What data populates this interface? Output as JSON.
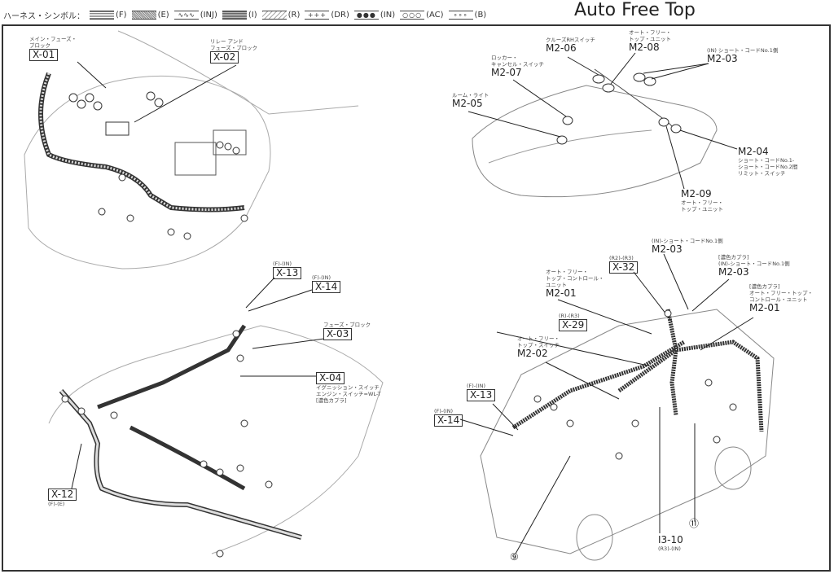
{
  "legend": {
    "label": "ハーネス・シンボル：",
    "items": [
      {
        "code": "(F)",
        "symbol": "fine-hatch"
      },
      {
        "code": "(E)",
        "symbol": "cross-hatch"
      },
      {
        "code": "(INJ)",
        "symbol": "wave",
        "glyph": "∿∿∿"
      },
      {
        "code": "(I)",
        "symbol": "dense-hatch"
      },
      {
        "code": "(R)",
        "symbol": "diagonal-hatch"
      },
      {
        "code": "(DR)",
        "symbol": "plus",
        "glyph": "+++"
      },
      {
        "code": "(IN)",
        "symbol": "filled-dots",
        "glyph": "●●●"
      },
      {
        "code": "(AC)",
        "symbol": "open-circles",
        "glyph": "○○○"
      },
      {
        "code": "(B)",
        "symbol": "small-circles",
        "glyph": "∘∘∘"
      }
    ]
  },
  "title": "Auto Free Top",
  "callouts": {
    "x01": {
      "jp": "メイン・フューズ・\nブロック",
      "id": "X-01"
    },
    "x02": {
      "jp": "リレー アンド\nフューズ・ブロック",
      "id": "X-02"
    },
    "m206": {
      "jp": "クルーズRHスイッチ",
      "id": "M2-06"
    },
    "m208": {
      "jp": "オート・フリー・\nトップ・ユニット",
      "id": "M2-08"
    },
    "m203a": {
      "jp": "(IN) ショート・コードNo.1側",
      "id": "M2-03"
    },
    "m207": {
      "jp": "ロッカー・\nキャンセル・スイッチ",
      "id": "M2-07"
    },
    "m205": {
      "jp": "ルーム・ライト",
      "id": "M2-05"
    },
    "m204": {
      "jp": "ショート・コードNo.1-\nショート・コードNo.2間\nリミット・スイッチ",
      "id": "M2-04"
    },
    "m209": {
      "jp": "オート・フリー・\nトップ・ユニット",
      "id": "M2-09"
    },
    "x13a": {
      "jp": "(F)-(IN)",
      "id": "X-13"
    },
    "x14a": {
      "jp": "(F)-(IN)",
      "id": "X-14"
    },
    "x03": {
      "jp": "フューズ・ブロック",
      "id": "X-03"
    },
    "x04": {
      "jp": "イグニッション・スイッチ\nエンジン・スイッチ=WL-T\n[濃色カプラ]",
      "id": "X-04"
    },
    "x12": {
      "jp": "(F)-(E)",
      "id": "X-12"
    },
    "m203b": {
      "jp": "(IN)-ショート・コードNo.1側",
      "id": "M2-03"
    },
    "x32": {
      "jp": "(R2)-(R3)",
      "id": "X-32"
    },
    "m203c": {
      "jp": "[濃色カプラ]\n(IN)-ショート・コードNo.1側",
      "id": "M2-03"
    },
    "m201a": {
      "jp": "オート・フリー・\nトップ・コントロール・\nユニット",
      "id": "M2-01"
    },
    "m201b": {
      "jp": "[濃色カプラ]\nオート・フリー・トップ・\nコントロール・ユニット",
      "id": "M2-01"
    },
    "x29": {
      "jp": "(R)-(R3)",
      "id": "X-29"
    },
    "m202": {
      "jp": "オート・フリー・\nトップ・スイッチ",
      "id": "M2-02"
    },
    "x13b": {
      "jp": "(F)-(IN)",
      "id": "X-13"
    },
    "x14b": {
      "jp": "(F)-(IN)",
      "id": "X-14"
    },
    "i310": {
      "jp": "(R3)-(IN)",
      "id": "I3-10"
    },
    "n9": {
      "id": "⑨"
    },
    "n11": {
      "id": "⑪"
    }
  }
}
